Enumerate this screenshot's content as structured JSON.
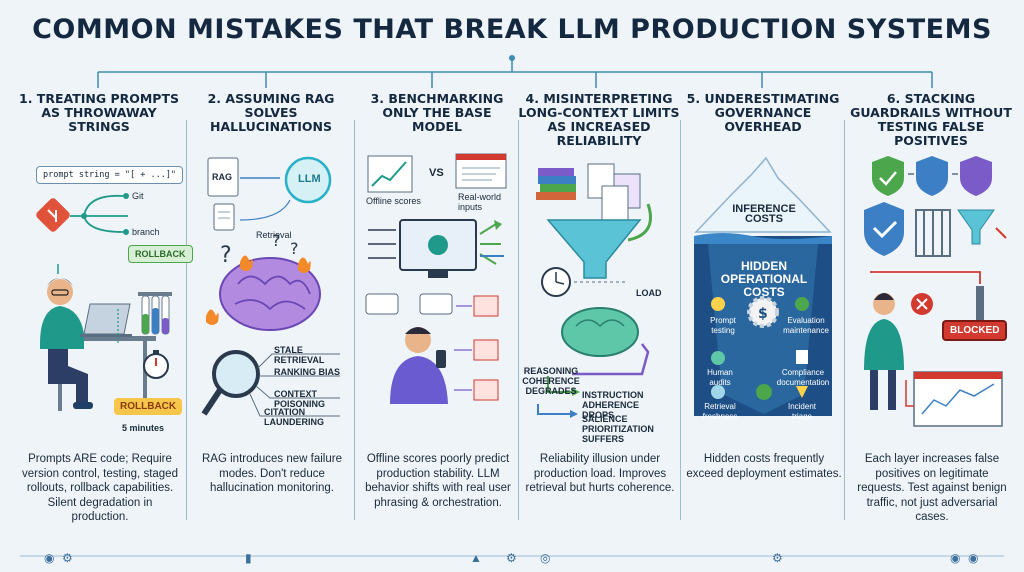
{
  "title": "COMMON MISTAKES THAT BREAK LLM PRODUCTION SYSTEMS",
  "colors": {
    "background": "#eef4f8",
    "navy": "#14283f",
    "teal": "#1f9a8a",
    "purple": "#7a5bc7",
    "red": "#d23a30",
    "green": "#4ca64c",
    "blue": "#3d7fc4"
  },
  "columns": [
    {
      "title": "1. TREATING PROMPTS AS THROWAWAY STRINGS",
      "labels": {
        "prompt_string": "prompt string = \"[ + ...]\"",
        "git": "Git",
        "branch": "branch",
        "rollback_top": "ROLLBACK",
        "rollback_bottom": "ROLLBACK",
        "minutes": "5 minutes"
      },
      "icons": [
        "git-icon",
        "laptop-icon",
        "test-tubes-icon",
        "stopwatch-icon"
      ],
      "description": "Prompts ARE code; Require version control, testing, staged rollouts, rollback capabilities. Silent degradation in production."
    },
    {
      "title": "2. ASSUMING RAG SOLVES HALLUCINATIONS",
      "labels": {
        "rag": "RAG",
        "llm": "LLM",
        "retrieval": "Retrieval",
        "stale": "STALE RETRIEVAL",
        "ranking": "RANKING BIAS",
        "context": "CONTEXT POISONING",
        "citation": "CITATION LAUNDERING"
      },
      "icons": [
        "document-icon",
        "brain-icon",
        "magnifier-icon",
        "fire-icon"
      ],
      "description": "RAG introduces new failure modes. Don't reduce hallucination monitoring."
    },
    {
      "title": "3. BENCHMARKING ONLY THE BASE MODEL",
      "labels": {
        "vs": "VS",
        "offline": "Offline scores",
        "realworld": "Real-world inputs"
      },
      "icons": [
        "chart-icon",
        "monitor-icon",
        "phone-icon",
        "warning-icon"
      ],
      "description": "Offline scores poorly predict production stability. LLM behavior shifts with real user phrasing & orchestration."
    },
    {
      "title": "4. MISINTERPRETING LONG-CONTEXT LIMITS AS INCREASED RELIABILITY",
      "labels": {
        "load": "LOAD",
        "reasoning": "REASONING COHERENCE DEGRADES",
        "instruction": "INSTRUCTION ADHERENCE DROPS",
        "salience": "SALIENCE PRIORITIZATION SUFFERS"
      },
      "icons": [
        "books-icon",
        "funnel-icon",
        "clock-icon",
        "brain-icon"
      ],
      "description": "Reliability illusion under production load. Improves retrieval but hurts coherence."
    },
    {
      "title": "5. UNDERESTIMATING GOVERNANCE OVERHEAD",
      "labels": {
        "inference": "INFERENCE COSTS",
        "hidden": "HIDDEN OPERATIONAL COSTS",
        "prompt_testing": "Prompt testing",
        "evaluation": "Evaluation maintenance",
        "human_audits": "Human audits",
        "compliance": "Compliance documentation",
        "retrieval_freshness": "Retrieval freshness",
        "incident": "Incident triage"
      },
      "icons": [
        "iceberg-icon",
        "gear-icon",
        "dollar-icon"
      ],
      "description": "Hidden costs frequently exceed deployment estimates."
    },
    {
      "title": "6. STACKING GUARDRAILS WITHOUT TESTING FALSE POSITIVES",
      "labels": {
        "blocked": "BLOCKED"
      },
      "icons": [
        "shield-icon",
        "gate-icon",
        "funnel-icon",
        "browser-icon"
      ],
      "description": "Each layer increases false positives on legitimate requests. Test against benign traffic, not just adversarial cases."
    }
  ]
}
